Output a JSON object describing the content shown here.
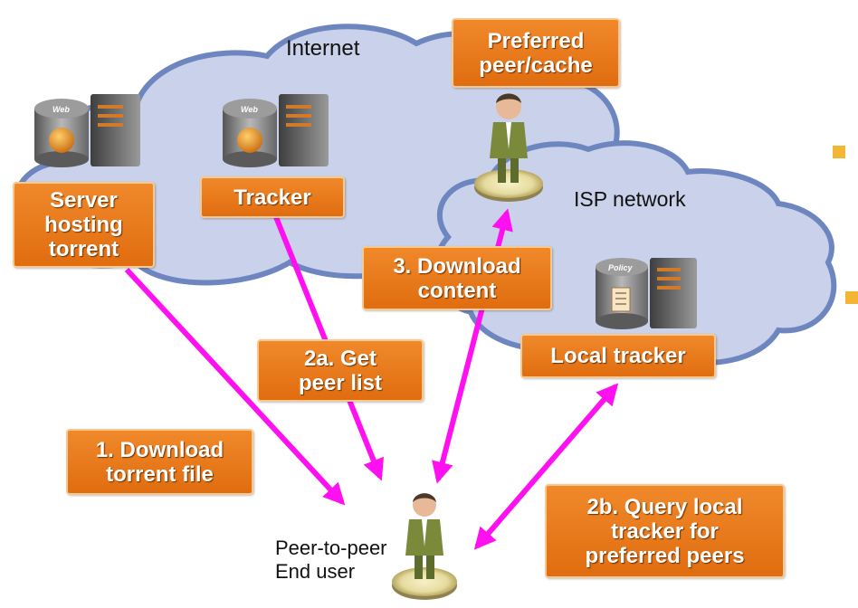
{
  "labels": {
    "internet": "Internet",
    "isp_network": "ISP network",
    "end_user_line1": "Peer-to-peer",
    "end_user_line2": "End user"
  },
  "boxes": {
    "server_hosting_torrent": [
      "Server",
      "hosting",
      "torrent"
    ],
    "tracker": [
      "Tracker"
    ],
    "preferred_peer_cache": [
      "Preferred",
      "peer/cache"
    ],
    "download_content": [
      "3. Download",
      "content"
    ],
    "local_tracker": [
      "Local tracker"
    ],
    "get_peer_list": [
      "2a. Get",
      "peer list"
    ],
    "download_torrent_file": [
      "1. Download",
      "torrent file"
    ],
    "query_local_tracker": [
      "2b. Query local",
      "tracker for",
      "preferred peers"
    ]
  },
  "icon_labels": {
    "web": "Web",
    "policy": "Policy"
  },
  "colors": {
    "callout_orange": "#e8791c",
    "arrow_magenta": "#ff10f0",
    "cloud_fill": "#c9d2ea",
    "cloud_border": "#6e86bf",
    "bullet_yellow": "#f3b533"
  }
}
